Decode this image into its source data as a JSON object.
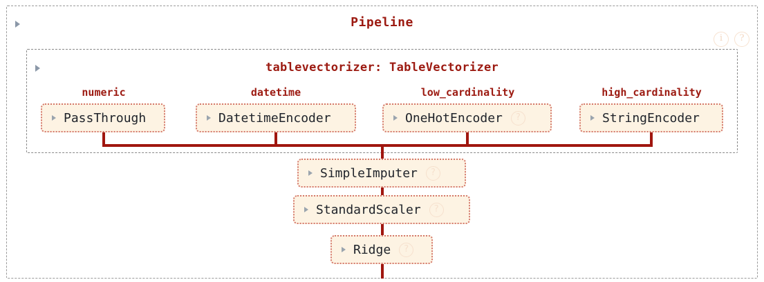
{
  "diagram": {
    "title": "Pipeline",
    "subtitle": "tablevectorizer: TableVectorizer",
    "accent_color": "#9c1a11",
    "box_background": "#fdf3e3",
    "box_border_color": "#d4776a",
    "connector_color": "#a0160f",
    "badge_color": "#f6e0cd"
  },
  "corner_badges": [
    {
      "name": "info-badge",
      "glyph": "i"
    },
    {
      "name": "help-badge",
      "glyph": "?"
    }
  ],
  "column_groups": [
    {
      "label": "numeric"
    },
    {
      "label": "datetime"
    },
    {
      "label": "low_cardinality"
    },
    {
      "label": "high_cardinality"
    }
  ],
  "transformer_steps": [
    {
      "label": "PassThrough",
      "arrow": "▸",
      "help": ""
    },
    {
      "label": "DatetimeEncoder",
      "arrow": "▸",
      "help": ""
    },
    {
      "label": "OneHotEncoder",
      "arrow": "▸",
      "help": "?"
    },
    {
      "label": "StringEncoder",
      "arrow": "▸",
      "help": ""
    }
  ],
  "pipeline_steps": [
    {
      "label": "SimpleImputer",
      "arrow": "▸",
      "help": "?"
    },
    {
      "label": "StandardScaler",
      "arrow": "▸",
      "help": "?"
    },
    {
      "label": "Ridge",
      "arrow": "▸",
      "help": "?"
    }
  ]
}
